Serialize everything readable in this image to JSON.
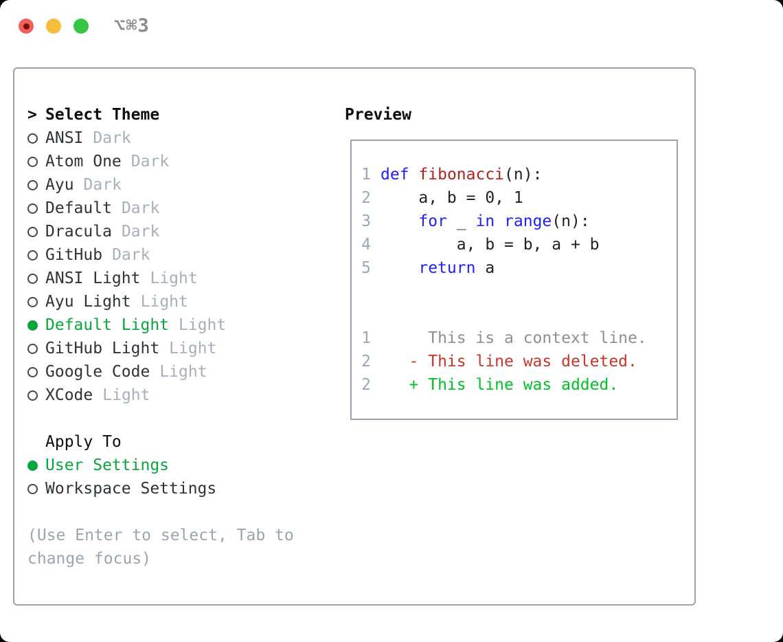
{
  "window": {
    "shortcut": "⌥⌘3"
  },
  "theme_picker": {
    "prompt": ">",
    "title": "Select Theme",
    "items": [
      {
        "label": "ANSI",
        "tag": "Dark",
        "selected": false
      },
      {
        "label": "Atom One",
        "tag": "Dark",
        "selected": false
      },
      {
        "label": "Ayu",
        "tag": "Dark",
        "selected": false
      },
      {
        "label": "Default",
        "tag": "Dark",
        "selected": false
      },
      {
        "label": "Dracula",
        "tag": "Dark",
        "selected": false
      },
      {
        "label": "GitHub",
        "tag": "Dark",
        "selected": false
      },
      {
        "label": "ANSI Light",
        "tag": "Light",
        "selected": false
      },
      {
        "label": "Ayu Light",
        "tag": "Light",
        "selected": false
      },
      {
        "label": "Default Light",
        "tag": "Light",
        "selected": true
      },
      {
        "label": "GitHub Light",
        "tag": "Light",
        "selected": false
      },
      {
        "label": "Google Code",
        "tag": "Light",
        "selected": false
      },
      {
        "label": "XCode",
        "tag": "Light",
        "selected": false
      }
    ],
    "apply_to": {
      "title": "Apply To",
      "options": [
        {
          "label": "User Settings",
          "selected": true
        },
        {
          "label": "Workspace Settings",
          "selected": false
        }
      ]
    },
    "help": [
      "(Use Enter to select, Tab to",
      "change focus)"
    ]
  },
  "preview": {
    "title": "Preview",
    "code_lines": [
      {
        "num": "1",
        "segments": [
          {
            "style": "keyword",
            "text": "def"
          },
          {
            "style": "plain",
            "text": " "
          },
          {
            "style": "function",
            "text": "fibonacci"
          },
          {
            "style": "plain",
            "text": "(n):"
          }
        ]
      },
      {
        "num": "2",
        "segments": [
          {
            "style": "plain",
            "text": "    a, b = 0, 1"
          }
        ]
      },
      {
        "num": "3",
        "segments": [
          {
            "style": "plain",
            "text": "    "
          },
          {
            "style": "keyword",
            "text": "for"
          },
          {
            "style": "plain",
            "text": " _ "
          },
          {
            "style": "keyword",
            "text": "in"
          },
          {
            "style": "plain",
            "text": " "
          },
          {
            "style": "keyword",
            "text": "range"
          },
          {
            "style": "plain",
            "text": "(n):"
          }
        ]
      },
      {
        "num": "4",
        "segments": [
          {
            "style": "plain",
            "text": "        a, b = b, a + b"
          }
        ]
      },
      {
        "num": "5",
        "segments": [
          {
            "style": "plain",
            "text": "    "
          },
          {
            "style": "keyword",
            "text": "return"
          },
          {
            "style": "plain",
            "text": " a"
          }
        ]
      }
    ],
    "diff_lines": [
      {
        "num": "1",
        "style": "ctx",
        "text": "     This is a context line."
      },
      {
        "num": "2",
        "style": "del",
        "text": "   - This line was deleted."
      },
      {
        "num": "2",
        "style": "add",
        "text": "   + This line was added."
      }
    ]
  },
  "colors": {
    "window_bg": "#ffffff",
    "border": "#9aa2ae",
    "title_text": "#0d0d0d",
    "item_text": "#2e3338",
    "tag_text": "#a7afbc",
    "accent_green": "#0aa53c",
    "help_text": "#9aa5b1",
    "line_number": "#9aa7b8",
    "code_text": "#1d2125",
    "keyword": "#1f1fff",
    "function": "#b1241e",
    "context": "#8b9097",
    "deleted": "#c9352a",
    "added": "#00c226",
    "circle_outline": "#43474d",
    "shortcut_text": "#8b8b8b",
    "traffic_red": "#f2605a",
    "traffic_red_dot": "#7c0c08",
    "traffic_yellow": "#f8bd3d",
    "traffic_green": "#35c648"
  }
}
